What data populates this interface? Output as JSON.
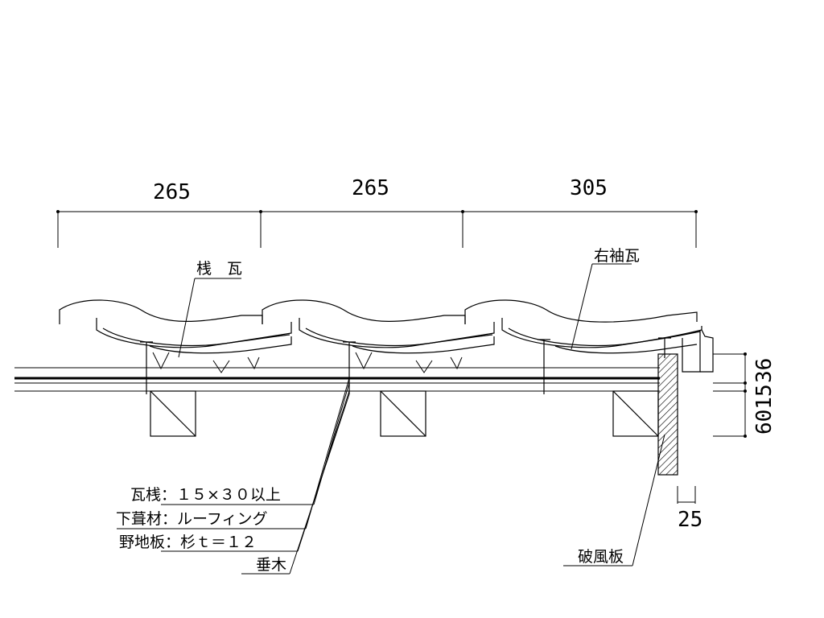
{
  "dimensions": {
    "top_1": "265",
    "top_2": "265",
    "top_3": "305",
    "right_1": "36",
    "right_2": "6015",
    "bottom": "25"
  },
  "labels": {
    "sangawara": "桟　瓦",
    "migisodegawara": "右袖瓦",
    "kawarasan": "瓦桟：１５×３０以上",
    "shitabuki": "下葺材：ルーフィング",
    "nojiita": "野地板：杉ｔ＝１２",
    "taruki": "垂木",
    "hafuita": "破風板"
  }
}
